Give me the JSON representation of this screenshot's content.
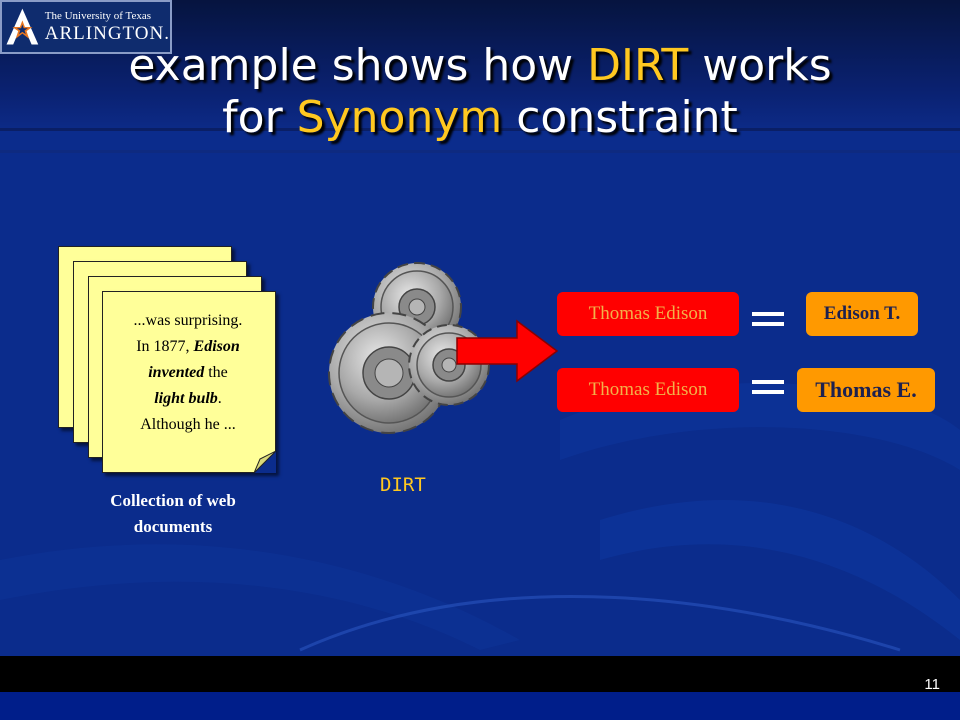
{
  "logo": {
    "line1": "The University of Texas",
    "line2": "ARLINGTON."
  },
  "title": {
    "line1_pre": "example shows how ",
    "line1_hl": "DIRT",
    "line1_post": " works",
    "line2_pre": "for ",
    "line2_hl": "Synonym",
    "line2_post": " constraint"
  },
  "document": {
    "line1": "...was surprising.",
    "line2_pre": "In 1877, ",
    "line2_bold": "Edison",
    "line3_bold": "invented",
    "line3_post": " the",
    "line4_bold": "light bulb",
    "line4_post": ".",
    "line5": "Although he ..."
  },
  "collection_label": "Collection of web documents",
  "dirt_label": "DIRT",
  "pairs": [
    {
      "left": "Thomas Edison",
      "right": "Edison T."
    },
    {
      "left": "Thomas Edison",
      "right": "Thomas E."
    }
  ],
  "slide_number": "11",
  "colors": {
    "background": "#0b2c8c",
    "highlight": "#ffc820",
    "red_box": "#ff0000",
    "orange_box": "#ff9900",
    "doc_yellow": "#ffff99"
  }
}
